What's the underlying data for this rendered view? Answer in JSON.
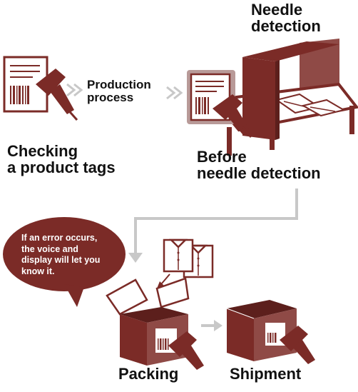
{
  "colors": {
    "brand": "#7b2b27",
    "brand_light": "#a8605b",
    "arrow_gray": "#c8c8c8",
    "text": "#111111"
  },
  "steps": {
    "check_tags": {
      "lines": [
        "Checking",
        "a product tags"
      ],
      "icons": [
        "product-tag-icon",
        "barcode-scanner-icon"
      ]
    },
    "production": {
      "lines": [
        "Production",
        "process"
      ]
    },
    "before_detection": {
      "lines": [
        "Before",
        "needle detection"
      ],
      "icons": [
        "product-tag-icon",
        "barcode-scanner-icon"
      ]
    },
    "needle_detection": {
      "lines": [
        "Needle",
        "detection"
      ],
      "icons": [
        "needle-detector-machine-icon"
      ]
    },
    "packing": {
      "label": "Packing",
      "icons": [
        "open-box-icon",
        "shirts-icon",
        "barcode-scanner-icon"
      ]
    },
    "shipment": {
      "label": "Shipment",
      "icons": [
        "closed-box-icon",
        "barcode-scanner-icon"
      ]
    }
  },
  "speech_bubble": {
    "lines": [
      "If an error occurs,",
      "the voice and",
      "display will let you",
      "know it."
    ]
  }
}
